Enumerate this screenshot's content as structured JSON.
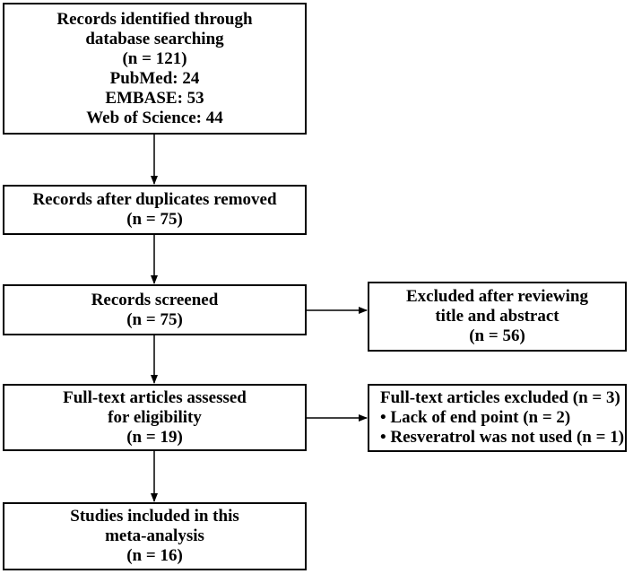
{
  "boxes": {
    "identified": {
      "lines": [
        "Records identified through",
        "database searching",
        "(n = 121)",
        "PubMed: 24",
        "EMBASE: 53",
        "Web of Science: 44"
      ]
    },
    "duplicates": {
      "lines": [
        "Records after duplicates removed",
        "(n = 75)"
      ]
    },
    "screened": {
      "lines": [
        "Records screened",
        "(n = 75)"
      ]
    },
    "excluded_abstract": {
      "lines": [
        "Excluded after reviewing",
        "title and abstract",
        "(n = 56)"
      ]
    },
    "fulltext": {
      "lines": [
        "Full-text articles assessed",
        "for eligibility",
        "(n = 19)"
      ]
    },
    "excluded_fulltext": {
      "lines": [
        "Full-text articles excluded (n = 3)",
        "• Lack of end point (n = 2)",
        "• Resveratrol was not used (n = 1)"
      ]
    },
    "included": {
      "lines": [
        "Studies included in this",
        "meta-analysis",
        "(n = 16)"
      ]
    }
  }
}
